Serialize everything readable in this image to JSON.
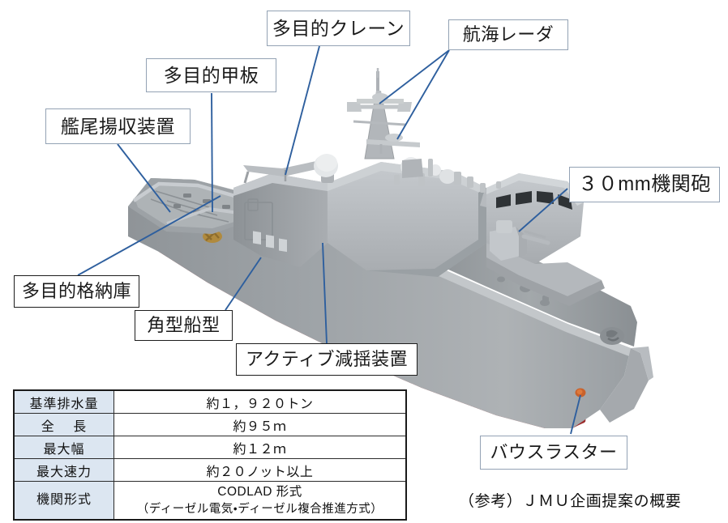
{
  "document": {
    "title": "（参考）ＪＭＵ企画提案の概要",
    "footnote": "（参考）ＪＭＵ企画提案の概要"
  },
  "callouts": [
    {
      "id": "multi-purpose-crane",
      "label": "多目的クレーン"
    },
    {
      "id": "navigation-radar",
      "label": "航海レーダ"
    },
    {
      "id": "multi-purpose-deck",
      "label": "多目的甲板"
    },
    {
      "id": "stern-recovery-device",
      "label": "艦尾揚収装置"
    },
    {
      "id": "30mm-autocannon",
      "label": "３０mm機関砲"
    },
    {
      "id": "multi-purpose-hangar",
      "label": "多目的格納庫"
    },
    {
      "id": "angular-hull-form",
      "label": "角型船型"
    },
    {
      "id": "active-stabilizer",
      "label": "アクティブ減揺装置"
    },
    {
      "id": "bow-thruster",
      "label": "バウスラスター"
    }
  ],
  "spec_table": {
    "rows": [
      {
        "key": "基準排水量",
        "value": "約１，９２０トン"
      },
      {
        "key": "全　 長",
        "value": "約９５ｍ"
      },
      {
        "key": "最大幅",
        "value": "約１２ｍ"
      },
      {
        "key": "最大速力",
        "value": "約２０ノット以上"
      },
      {
        "key": "機関形式",
        "value_line1": "CODLAD 形式",
        "value_line2": "（ディーゼル電気・ディーゼル複合推進方式）"
      }
    ]
  },
  "colors": {
    "hull_red": "#a8302f",
    "hull_gray": "#9aa0a4",
    "superstructure_gray": "#b9bdc0",
    "leader_line": "#2e5f9e",
    "callout_border": "#93a2b4",
    "callout_border_dark": "#1d1d1d",
    "table_header_fill": "#dce6f1",
    "table_border": "#1a1a1a"
  }
}
